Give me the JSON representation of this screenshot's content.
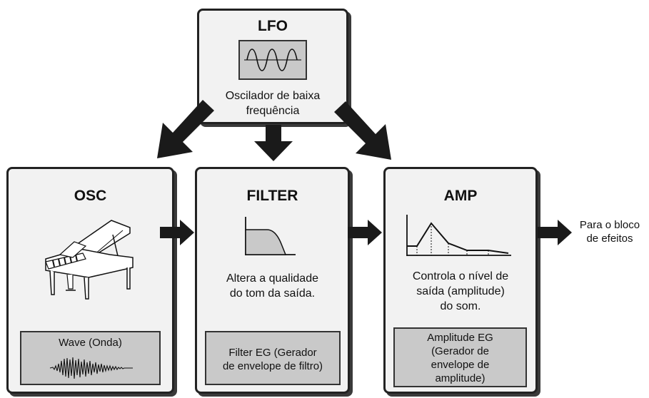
{
  "lfo": {
    "title": "LFO",
    "description_line1": "Oscilador de baixa",
    "description_line2": "frequência",
    "icon": "sine-wave-icon"
  },
  "osc": {
    "title": "OSC",
    "icon": "grand-piano-icon",
    "sub_label": "Wave (Onda)",
    "sub_icon": "waveform-icon"
  },
  "filter": {
    "title": "FILTER",
    "icon": "lowpass-filter-curve-icon",
    "description_line1": "Altera a qualidade",
    "description_line2": "do tom da saída.",
    "sub_line1": "Filter EG (Gerador",
    "sub_line2": "de envelope de filtro)"
  },
  "amp": {
    "title": "AMP",
    "icon": "amplitude-envelope-icon",
    "description_line1": "Controla o nível de",
    "description_line2": "saída (amplitude)",
    "description_line3": "do som.",
    "sub_line1": "Amplitude EG",
    "sub_line2": "(Gerador de",
    "sub_line3": "envelope de",
    "sub_line4": "amplitude)"
  },
  "output": {
    "line1": "Para o bloco",
    "line2": "de efeitos"
  },
  "colors": {
    "box_fill": "#f2f2f2",
    "sub_fill": "#c9c9c9",
    "arrow": "#1a1a1a"
  }
}
